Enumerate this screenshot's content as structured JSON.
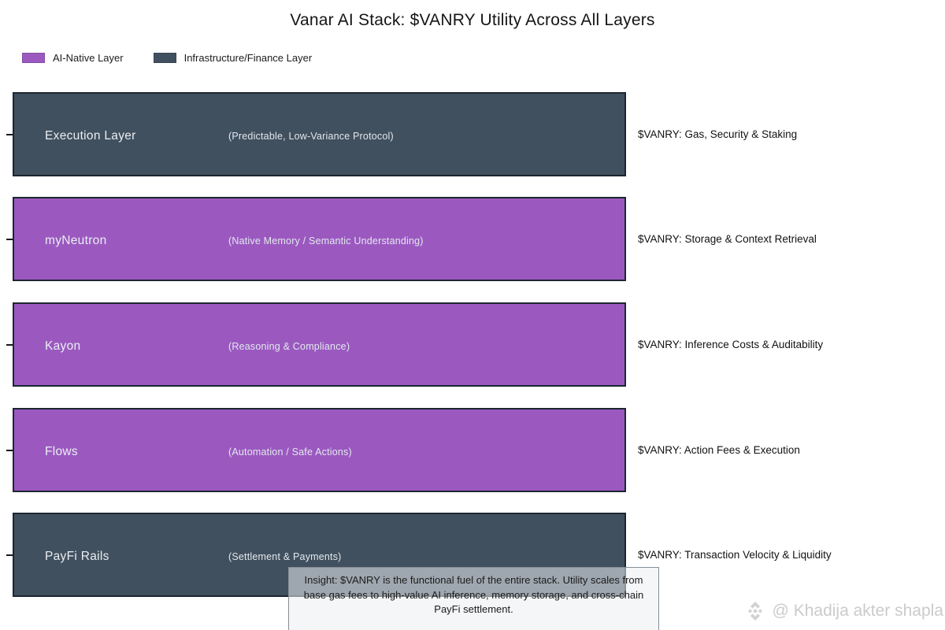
{
  "title": "Vanar AI Stack: $VANRY Utility Across All Layers",
  "colors": {
    "ai_native": "#9b59c0",
    "infra_finance": "#41505f",
    "bar_border": "#1c2630",
    "background": "#ffffff",
    "watermark_gray": "#cbcbcb"
  },
  "legend": {
    "items": [
      {
        "label": "AI-Native Layer",
        "color": "#9b59c0"
      },
      {
        "label": "Infrastructure/Finance Layer",
        "color": "#41505f"
      }
    ]
  },
  "chart_data": {
    "type": "bar",
    "orientation": "horizontal",
    "title": "Vanar AI Stack: $VANRY Utility Across All Layers",
    "value_axis_visible": false,
    "legend_position": "upper-left",
    "legend": [
      "AI-Native Layer",
      "Infrastructure/Finance Layer"
    ],
    "bars": [
      {
        "label": "Execution Layer",
        "sublabel": "(Predictable, Low-Variance Protocol)",
        "group": "Infrastructure/Finance Layer",
        "color": "#41505f",
        "value": 1.0,
        "utility": "$VANRY: Gas, Security & Staking"
      },
      {
        "label": "myNeutron",
        "sublabel": "(Native Memory / Semantic Understanding)",
        "group": "AI-Native Layer",
        "color": "#9b59c0",
        "value": 1.0,
        "utility": "$VANRY: Storage & Context Retrieval"
      },
      {
        "label": "Kayon",
        "sublabel": "(Reasoning & Compliance)",
        "group": "AI-Native Layer",
        "color": "#9b59c0",
        "value": 1.0,
        "utility": "$VANRY: Inference Costs & Auditability"
      },
      {
        "label": "Flows",
        "sublabel": "(Automation / Safe Actions)",
        "group": "AI-Native Layer",
        "color": "#9b59c0",
        "value": 1.0,
        "utility": "$VANRY: Action Fees & Execution"
      },
      {
        "label": "PayFi Rails",
        "sublabel": "(Settlement & Payments)",
        "group": "Infrastructure/Finance Layer",
        "color": "#41505f",
        "value": 1.0,
        "utility": "$VANRY: Transaction Velocity & Liquidity"
      }
    ],
    "insight": "Insight: $VANRY is the functional fuel of the entire stack. Utility scales from base gas fees to high-value AI inference, memory storage, and cross-chain PayFi settlement."
  },
  "insight": {
    "text": "Insight: $VANRY is the functional fuel of the entire stack. Utility scales from base gas fees to high-value AI inference, memory storage, and cross-chain PayFi settlement."
  },
  "watermark": {
    "icon": "diamond-logo-icon",
    "text": "@ Khadija akter shapla"
  }
}
